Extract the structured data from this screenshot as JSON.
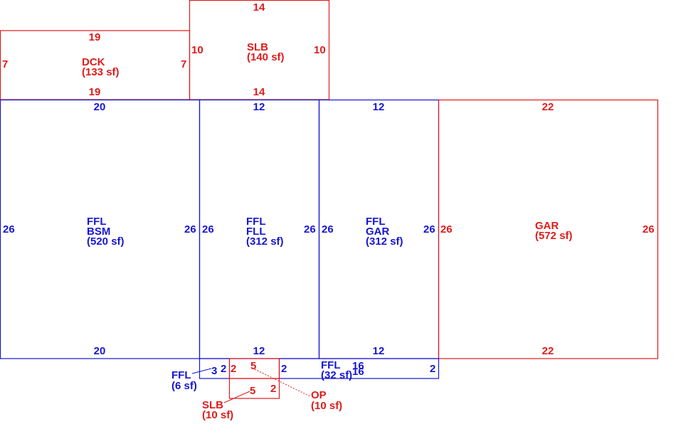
{
  "colors": {
    "red": "#e01b1b",
    "blue": "#1616d2"
  },
  "deck": {
    "top": "19",
    "bottom": "19",
    "left": "7",
    "right": "7",
    "code": "DCK",
    "area": "(133 sf)"
  },
  "slab_top": {
    "top": "14",
    "bottom": "14",
    "left": "10",
    "right": "10",
    "code": "SLB",
    "area": "(140 sf)"
  },
  "basement": {
    "top": "20",
    "bottom": "20",
    "left": "26",
    "right": "26",
    "line1": "FFL",
    "line2": "BSM",
    "area": "(520 sf)"
  },
  "first_floor": {
    "top": "12",
    "bottom": "12",
    "left": "26",
    "right": "26",
    "line1": "FFL",
    "line2": "FLL",
    "area": "(312 sf)"
  },
  "ffl_garage": {
    "top": "12",
    "bottom": "12",
    "left": "26",
    "right": "26",
    "line1": "FFL",
    "line2": "GAR",
    "area": "(312 sf)"
  },
  "garage": {
    "top": "22",
    "bottom": "22",
    "left": "26",
    "right": "26",
    "code": "GAR",
    "area": "(572 sf)"
  },
  "ffl_small": {
    "side_a": "3",
    "side_b": "2",
    "code": "FFL",
    "area": "(6 sf)"
  },
  "ffl_strip": {
    "left": "2",
    "right": "2",
    "top": "16",
    "bottom": "16",
    "code": "FFL",
    "area": "(32 sf)"
  },
  "open_porch": {
    "left": "2",
    "top": "5",
    "code": "OP",
    "area": "(10 sf)"
  },
  "slab_small": {
    "bottom": "5",
    "right": "2",
    "code": "SLB",
    "area": "(10 sf)"
  }
}
